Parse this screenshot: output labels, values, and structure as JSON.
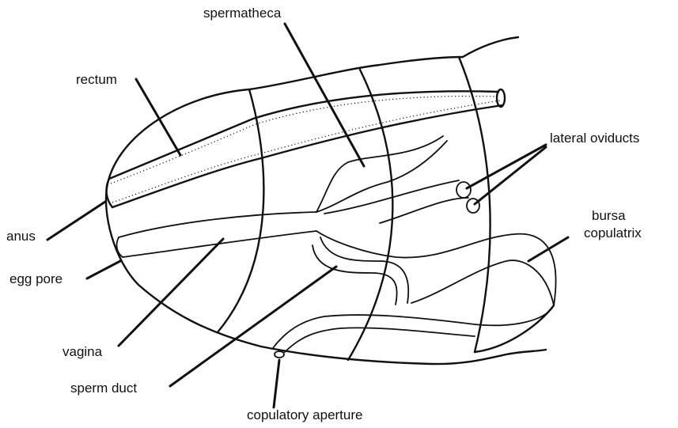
{
  "labels": {
    "spermatheca": "spermatheca",
    "rectum": "rectum",
    "lateral_oviducts": "lateral oviducts",
    "bursa_line1": "bursa",
    "bursa_line2": "copulatrix",
    "anus": "anus",
    "egg_pore": "egg pore",
    "vagina": "vagina",
    "sperm_duct": "sperm duct",
    "copulatory_aperture": "copulatory aperture"
  }
}
